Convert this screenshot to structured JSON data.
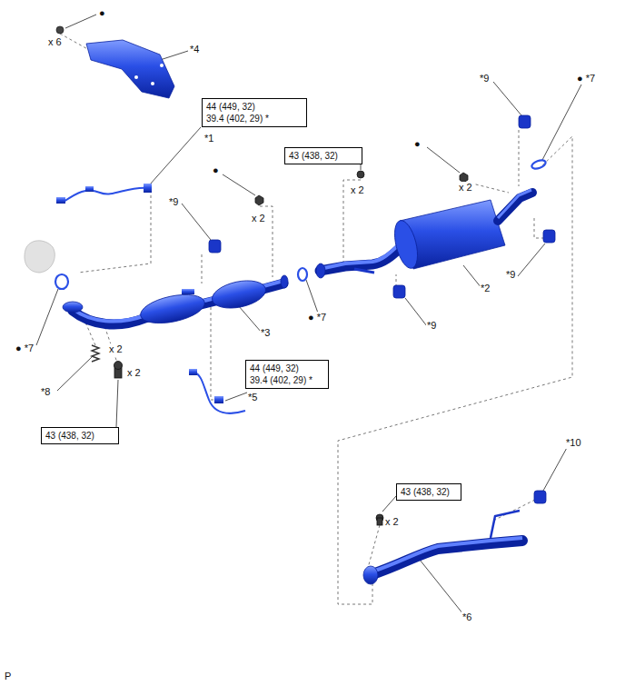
{
  "diagram": {
    "nodes": [
      {
        "text": [
          "44 (449, 32)",
          "39.4 (402, 29) *"
        ]
      },
      {
        "text": [
          "43 (438, 32)"
        ]
      },
      {
        "text": [
          "44 (449, 32)",
          "39.4 (402, 29) *"
        ]
      },
      {
        "text": [
          "43 (438, 32)"
        ]
      },
      {
        "text": [
          "43 (438, 32)"
        ]
      }
    ],
    "labels": [
      "●",
      "x 6",
      "*4",
      "*1",
      "●",
      "x 2",
      "*9",
      "x 2",
      "●",
      "x 2",
      "*9",
      "● *7",
      "*2",
      "*9",
      "● *7",
      "*9",
      "*3",
      "● *7",
      "x 2",
      "*8",
      "x 2",
      "*5",
      "*10",
      "x 2",
      "*6",
      "P"
    ]
  }
}
